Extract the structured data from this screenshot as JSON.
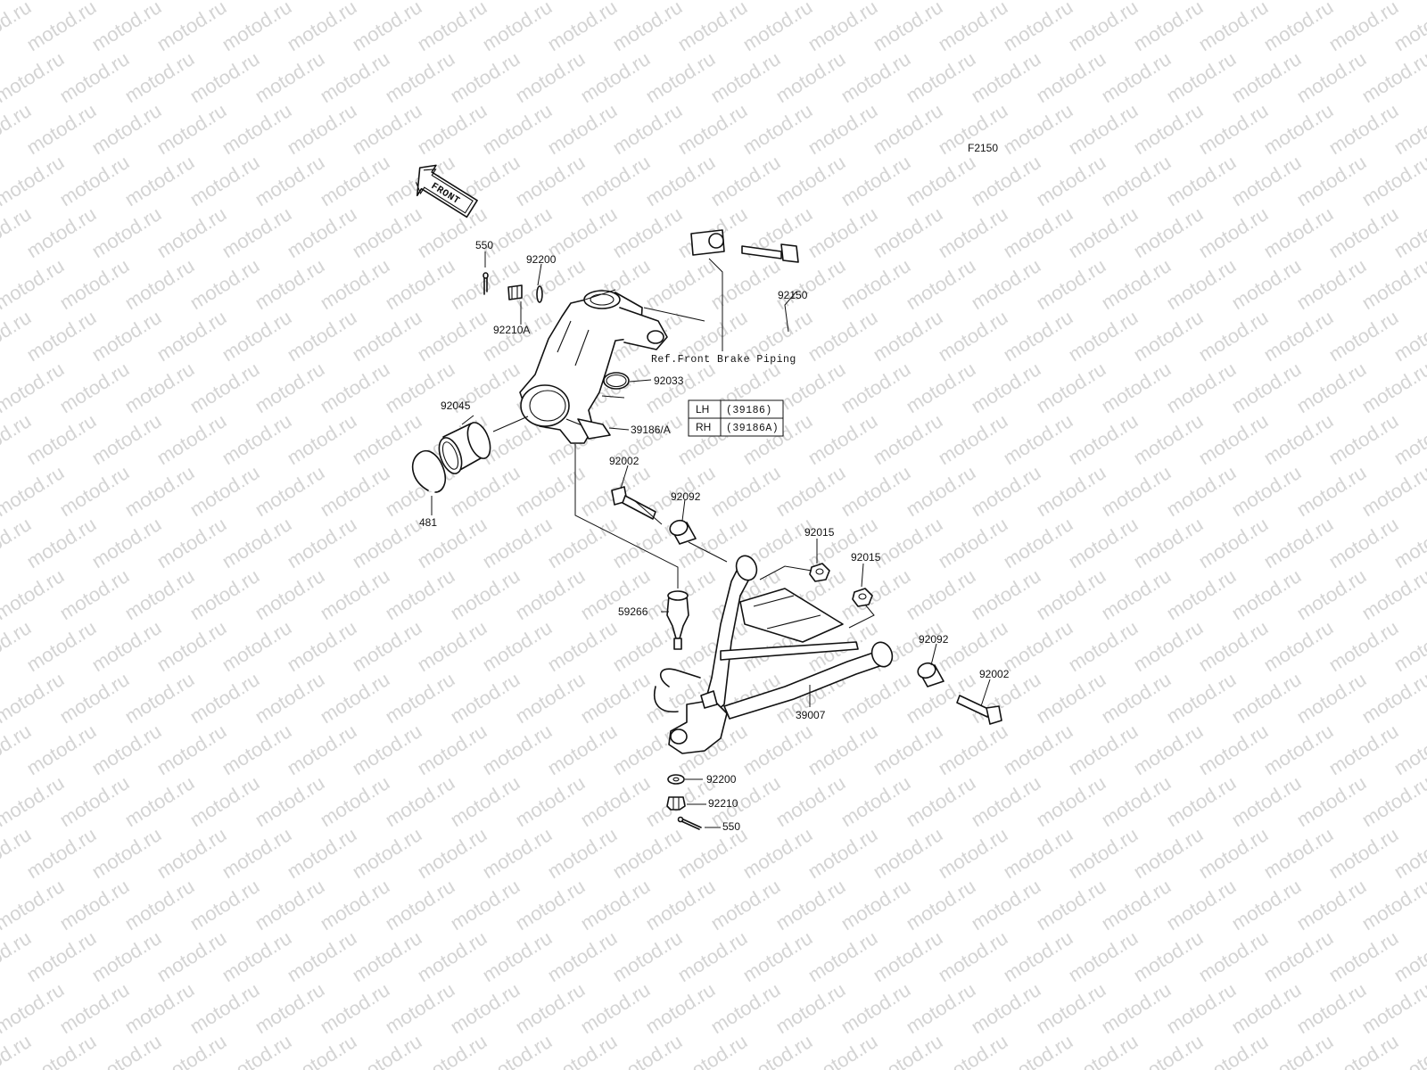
{
  "watermark": {
    "text": "motod.ru",
    "color": "#d4d4d4"
  },
  "figure_id": "F2150",
  "front_arrow": {
    "text": "FRONT"
  },
  "reference_note": "Ref.Front Brake Piping",
  "variant_table": {
    "rows": [
      {
        "side": "LH",
        "part": "(39186)"
      },
      {
        "side": "RH",
        "part": "(39186A)"
      }
    ]
  },
  "parts": {
    "p550_top": "550",
    "p92200_top": "92200",
    "p92210A": "92210A",
    "p92150": "92150",
    "p92033": "92033",
    "p39186": "39186/A",
    "p92045": "92045",
    "p481": "481",
    "p92002_top": "92002",
    "p92092_top": "92092",
    "p92015_a": "92015",
    "p92015_b": "92015",
    "p59266": "59266",
    "p92092_bottom": "92092",
    "p92002_bottom": "92002",
    "p39007": "39007",
    "p92200_bottom": "92200",
    "p92210": "92210",
    "p550_bottom": "550"
  }
}
